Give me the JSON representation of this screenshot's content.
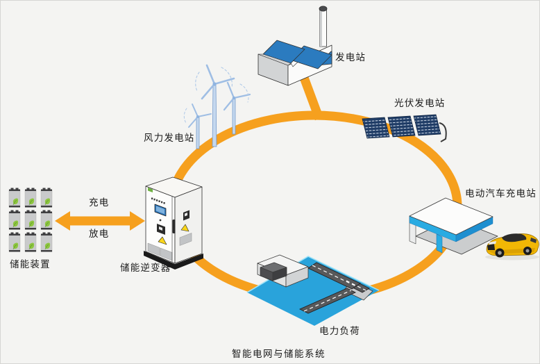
{
  "page": {
    "caption": "智能电网与储能系统",
    "background": "#f4f4f2"
  },
  "colors": {
    "ring_orange": "#F6A01E",
    "roof_blue": "#2B7BBF",
    "panel_navy": "#1F3C66",
    "canopy_blue": "#29ABE2",
    "ground_blue": "#29A3DB",
    "road_gray": "#58595B",
    "battery_green": "#8DC63F",
    "text_color": "#1a1a1a"
  },
  "nodes": {
    "power_station": {
      "label": "发电站"
    },
    "pv_station": {
      "label": "光伏发电站"
    },
    "wind_station": {
      "label": "风力发电站"
    },
    "ev_station": {
      "label": "电动汽车充电站"
    },
    "power_load": {
      "label": "电力负荷"
    },
    "inverter": {
      "label": "储能逆变器"
    },
    "storage": {
      "label": "储能装置"
    }
  },
  "storage_link": {
    "charge_label": "充电",
    "discharge_label": "放电"
  }
}
